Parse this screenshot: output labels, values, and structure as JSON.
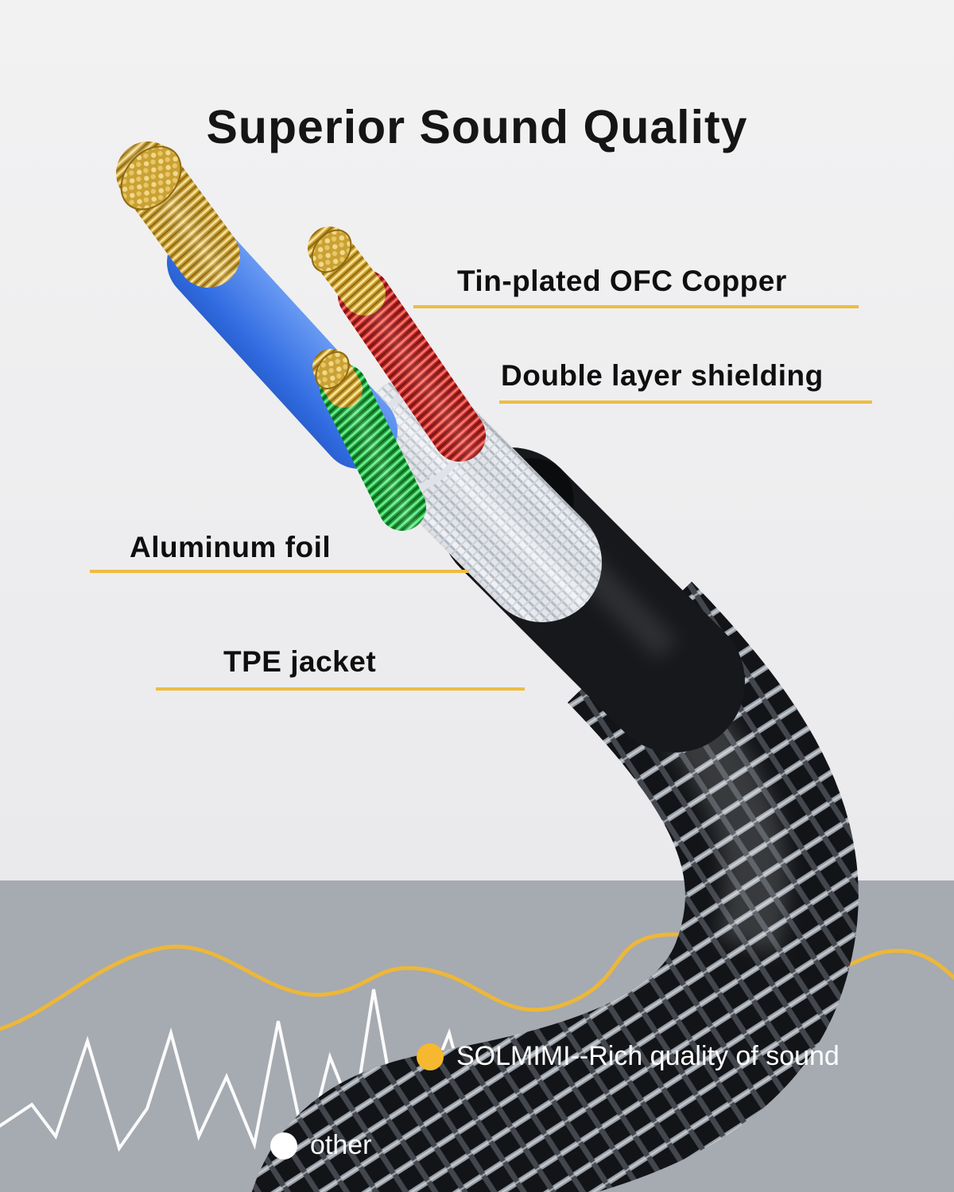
{
  "title": "Superior Sound Quality",
  "callouts": {
    "tin_plated_copper": "Tin-plated OFC Copper",
    "double_layer_shielding": "Double layer shielding",
    "aluminum_foil": "Aluminum foil",
    "tpe_jacket": "TPE jacket"
  },
  "legend": {
    "brand": {
      "label": "SOLMIMI--Rich quality of sound",
      "dot_color": "#f5b82e"
    },
    "other": {
      "label": "other",
      "dot_color": "#ffffff"
    }
  },
  "colors": {
    "accent_line": "#eebc3f",
    "wave_brand": "#ecb73a",
    "wave_other": "#ffffff",
    "band_background": "#a6aab1",
    "wire_blue": "#2f6ae0",
    "wire_red": "#c81f1f",
    "wire_green": "#1fae3a",
    "copper_gold": "#d9b04a",
    "jacket_black": "#17181b"
  }
}
